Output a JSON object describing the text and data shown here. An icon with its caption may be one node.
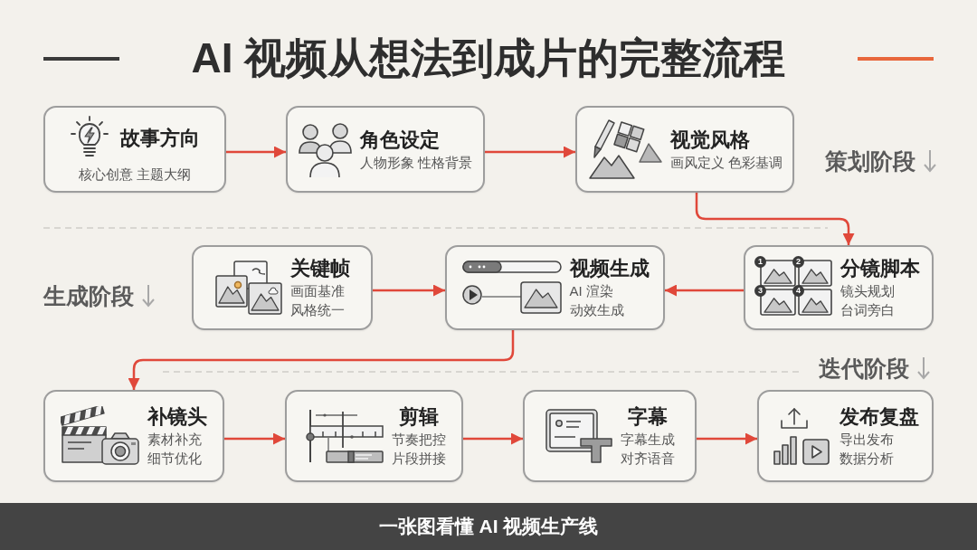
{
  "diagram": {
    "title": "AI 视频从想法到成片的完整流程",
    "caption": "一张图看懂 AI 视频生产线",
    "nodes": [
      {
        "text": [
          "故事方向",
          "核心创意 主题大纲"
        ]
      },
      {
        "text": [
          "角色设定",
          "人物形象 性格背景"
        ]
      },
      {
        "text": [
          "视觉风格",
          "画风定义 色彩基调"
        ]
      },
      {
        "text": [
          "关键帧",
          "画面基准",
          "风格统一"
        ]
      },
      {
        "text": [
          "视频生成",
          "AI 渲染",
          "动效生成"
        ]
      },
      {
        "text": [
          "分镜脚本",
          "镜头规划",
          "台词旁白"
        ]
      },
      {
        "text": [
          "补镜头",
          "素材补充",
          "细节优化"
        ]
      },
      {
        "text": [
          "剪辑",
          "节奏把控",
          "片段拼接"
        ]
      },
      {
        "text": [
          "字幕",
          "字幕生成",
          "对齐语音"
        ]
      },
      {
        "text": [
          "发布复盘",
          "导出发布",
          "数据分析"
        ]
      }
    ],
    "edges": [
      {
        "from": 0,
        "to": 1,
        "arrow": "to"
      },
      {
        "from": 1,
        "to": 2,
        "arrow": "to"
      },
      {
        "from": 2,
        "to": 5,
        "arrow": "to"
      },
      {
        "from": 5,
        "to": 4,
        "arrow": "to"
      },
      {
        "from": 3,
        "to": 4,
        "arrow": "to"
      },
      {
        "from": 4,
        "to": 6,
        "arrow": "to"
      },
      {
        "from": 6,
        "to": 7,
        "arrow": "to"
      },
      {
        "from": 7,
        "to": 8,
        "arrow": "to"
      },
      {
        "from": 8,
        "to": 9,
        "arrow": "to"
      }
    ],
    "labels": [
      "策划阶段",
      "生成阶段",
      "1",
      "2",
      "3",
      "4",
      "迭代阶段"
    ]
  }
}
